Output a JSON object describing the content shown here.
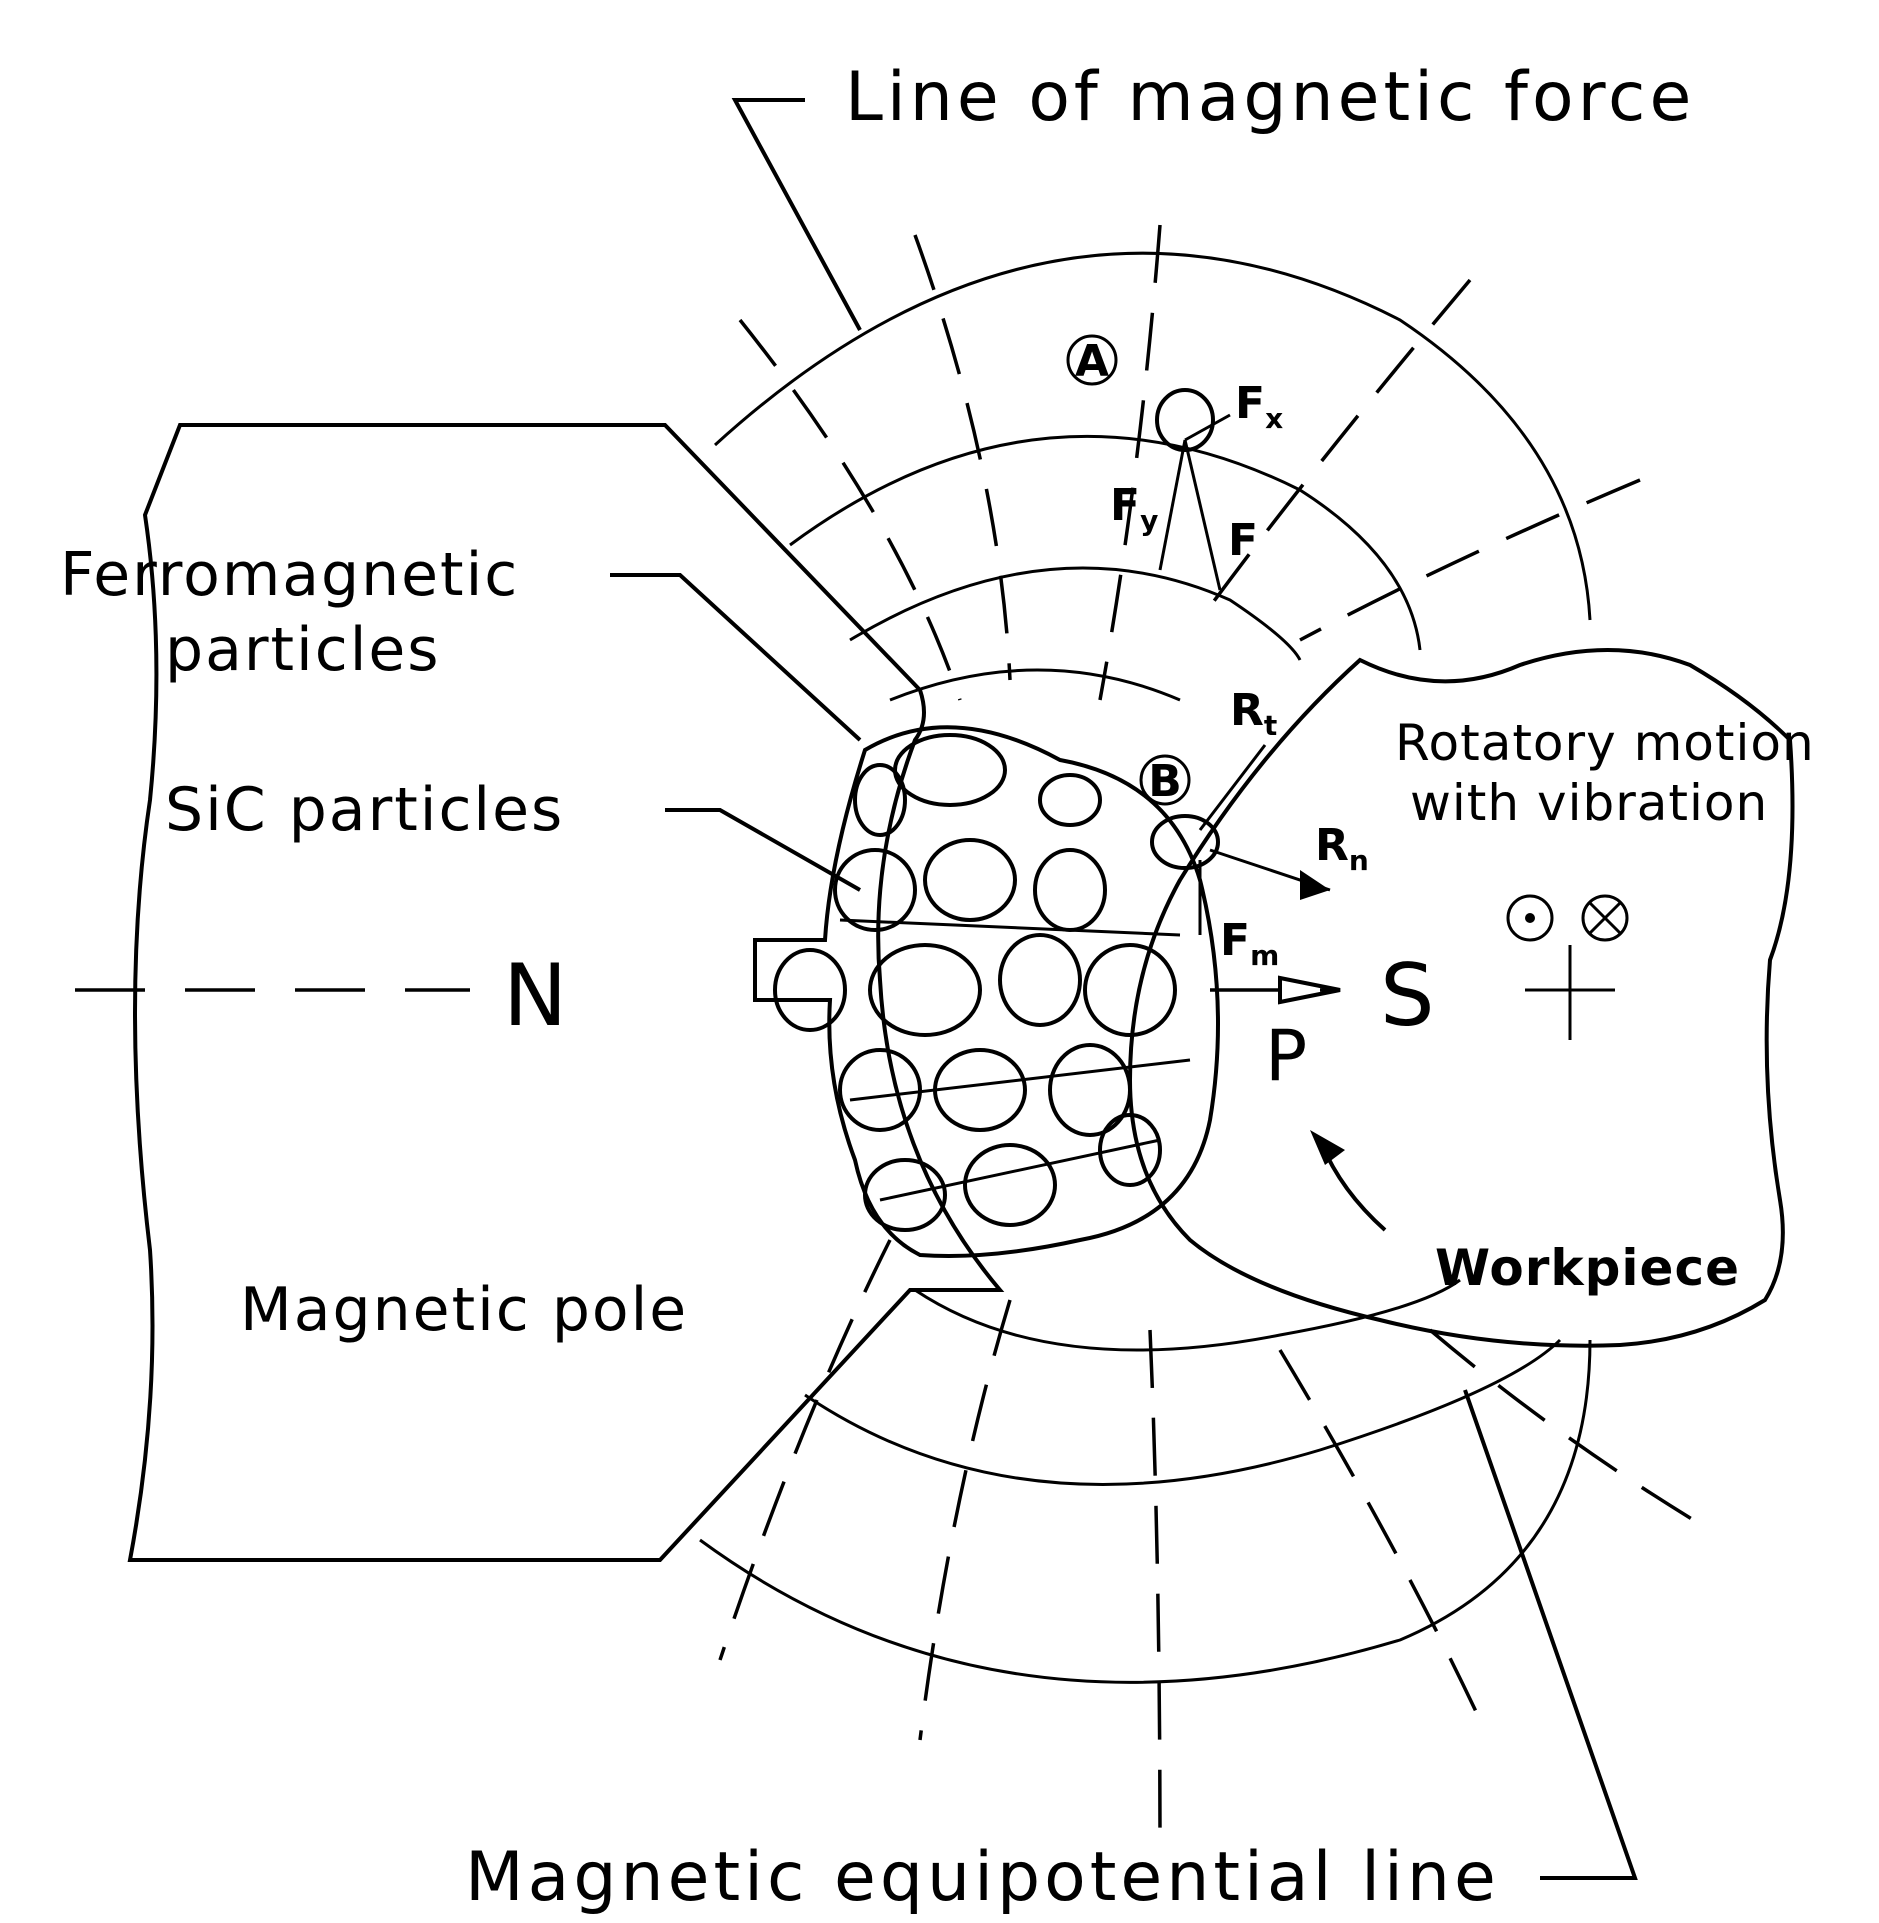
{
  "labels": {
    "line_of_force": "Line of magnetic force",
    "ferromagnetic_1": "Ferromagnetic",
    "ferromagnetic_2": "particles",
    "sic": "SiC particles",
    "magnetic_pole": "Magnetic pole",
    "rotatory_1": "Rotatory motion",
    "rotatory_2": "with vibration",
    "workpiece": "Workpiece",
    "equipotential": "Magnetic equipotential line",
    "north": "N",
    "south": "S",
    "point_p": "P",
    "point_a": "A",
    "point_b": "B",
    "fx": "F",
    "fx_sub": "x",
    "fy": "F",
    "fy_sub": "y",
    "f": "F",
    "rt": "R",
    "rt_sub": "t",
    "rn": "R",
    "rn_sub": "n",
    "fm": "F",
    "fm_sub": "m"
  },
  "symbols": {
    "out_of_page": "⊙",
    "into_page": "⊗"
  }
}
